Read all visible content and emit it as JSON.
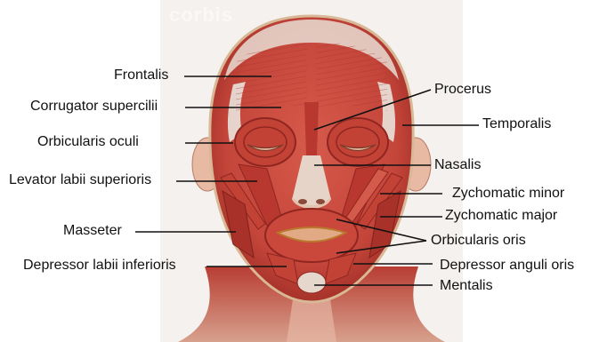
{
  "diagram": {
    "watermark": "corbis",
    "labels_left": [
      {
        "id": "frontalis",
        "text": "Frontalis"
      },
      {
        "id": "corrugator",
        "text": "Corrugator supercilii"
      },
      {
        "id": "orbicularis-oculi",
        "text": "Orbicularis oculi"
      },
      {
        "id": "levator",
        "text": "Levator labii superioris"
      },
      {
        "id": "masseter",
        "text": "Masseter"
      },
      {
        "id": "depressor-labii",
        "text": "Depressor labii inferioris"
      }
    ],
    "labels_right": [
      {
        "id": "procerus",
        "text": "Procerus"
      },
      {
        "id": "temporalis",
        "text": "Temporalis"
      },
      {
        "id": "nasalis",
        "text": "Nasalis"
      },
      {
        "id": "zygo-minor",
        "text": "Zychomatic minor"
      },
      {
        "id": "zygo-major",
        "text": "Zychomatic major"
      },
      {
        "id": "orbicularis-oris",
        "text": "Orbicularis oris"
      },
      {
        "id": "depressor-anguli",
        "text": "Depressor anguli oris"
      },
      {
        "id": "mentalis",
        "text": "Mentalis"
      }
    ],
    "colors": {
      "background": "#ffffff",
      "muscle": "#c8463a",
      "muscle_dark": "#9e2a22",
      "skin": "#efd2bd",
      "tendon": "#e9e2dc",
      "line": "#111111"
    }
  }
}
